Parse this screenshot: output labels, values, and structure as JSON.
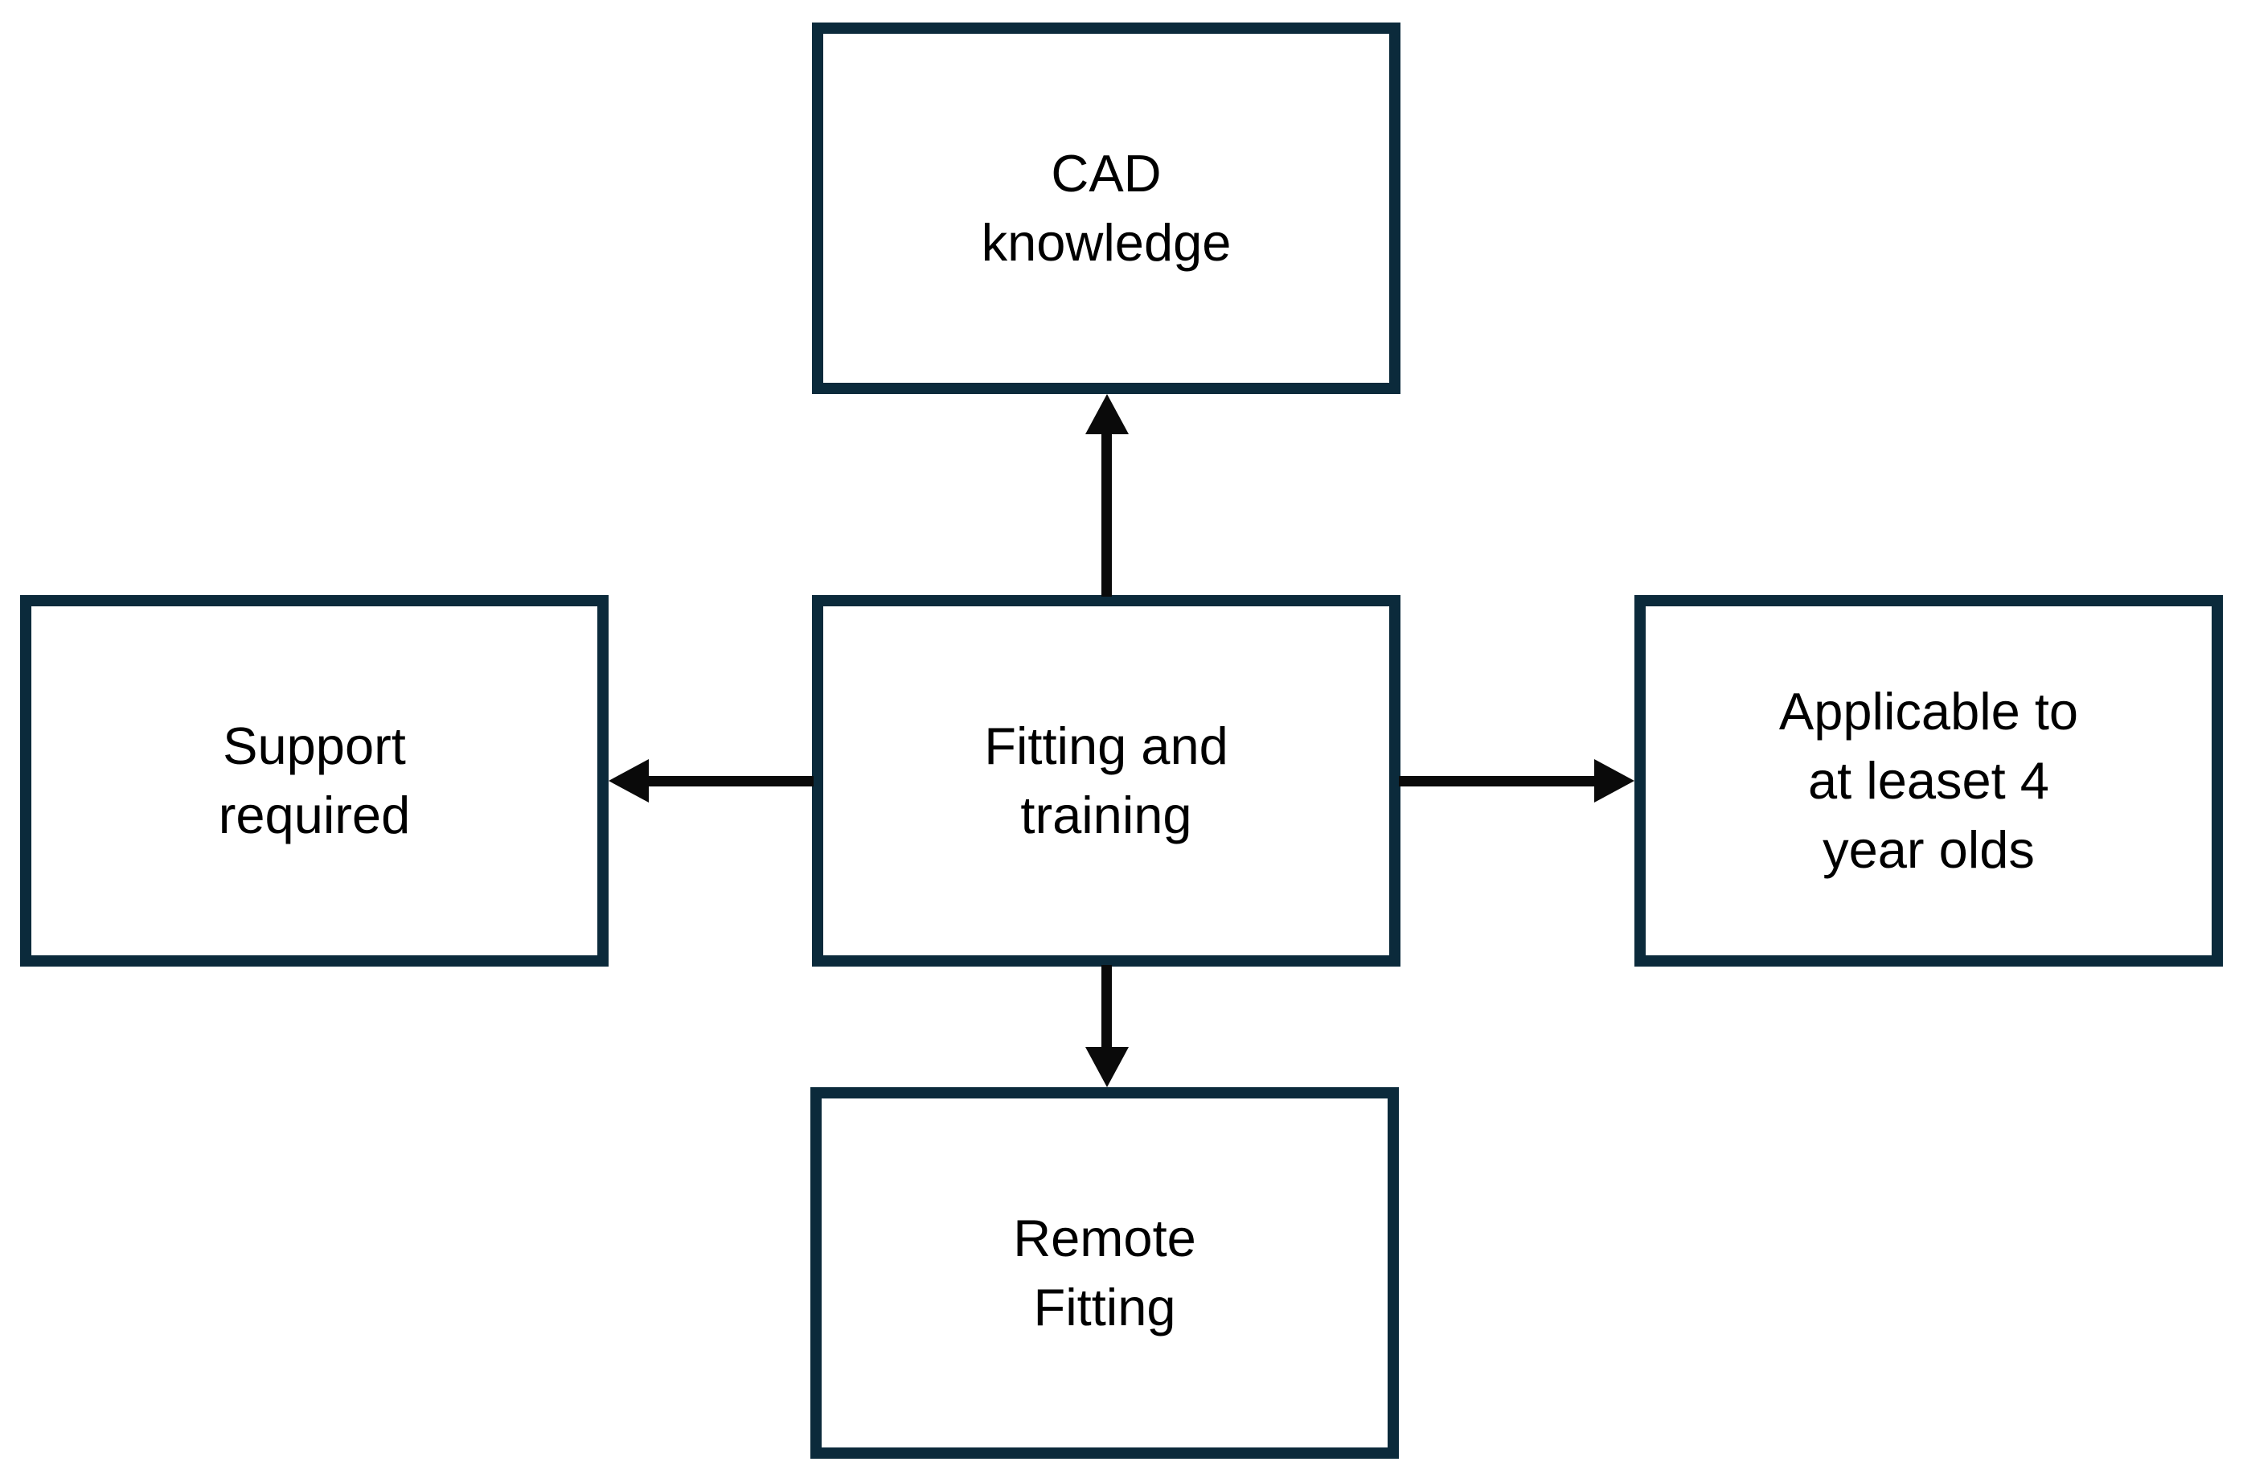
{
  "diagram": {
    "type": "mind-map",
    "colors": {
      "box_border": "#0b2a3b",
      "arrow": "#0a0a0a",
      "text": "#000000",
      "background": "#ffffff"
    },
    "nodes": {
      "center": {
        "label": "Fitting and\ntraining"
      },
      "top": {
        "label": "CAD\nknowledge"
      },
      "left": {
        "label": "Support\nrequired"
      },
      "right": {
        "label": "Applicable to\nat leaset 4\nyear olds"
      },
      "bottom": {
        "label": "Remote\nFitting"
      }
    },
    "edges": [
      {
        "from": "center",
        "to": "top"
      },
      {
        "from": "center",
        "to": "left"
      },
      {
        "from": "center",
        "to": "right"
      },
      {
        "from": "center",
        "to": "bottom"
      }
    ]
  }
}
